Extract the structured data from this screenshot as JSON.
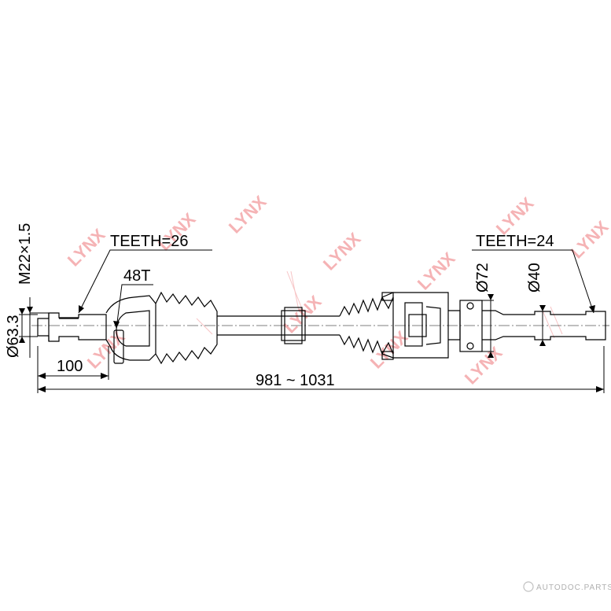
{
  "watermark": {
    "text": "LYNX",
    "color": "#e8565a"
  },
  "labels": {
    "teeth_outer": "TEETH=26",
    "abs_ring": "48T",
    "thread": "M22×1.5",
    "outer_diameter": "Ø63.3",
    "length_outer": "100",
    "total_length": "981 ~ 1031",
    "teeth_inner": "TEETH=24",
    "bearing_diameter": "Ø72",
    "inner_diameter": "Ø40"
  },
  "footer": {
    "brand": "AUTODOC.PARTS"
  },
  "colors": {
    "line": "#000000",
    "dim_arrow": "#000000",
    "background": "#ffffff"
  }
}
